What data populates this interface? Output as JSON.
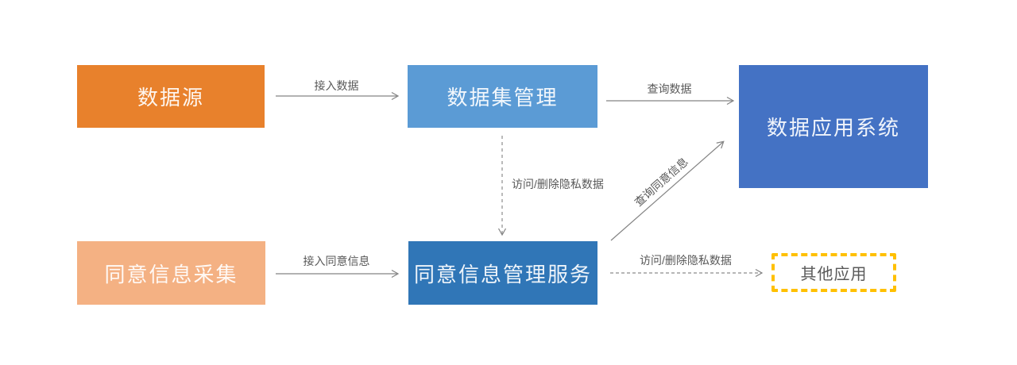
{
  "diagram": {
    "background": "#FFFFFF",
    "nodes": [
      {
        "id": "data-source",
        "label": "数据源",
        "fill": "#E8812C",
        "text_color": "#FFFFFF",
        "shape": "solid-rect"
      },
      {
        "id": "dataset-management",
        "label": "数据集管理",
        "fill": "#5B9BD5",
        "text_color": "#FFFFFF",
        "shape": "solid-rect"
      },
      {
        "id": "data-application-system",
        "label": "数据应用系统",
        "fill": "#4472C4",
        "text_color": "#FFFFFF",
        "shape": "solid-rect"
      },
      {
        "id": "consent-info-collection",
        "label": "同意信息采集",
        "fill": "#F4B183",
        "text_color": "#FFFFFF",
        "shape": "solid-rect"
      },
      {
        "id": "consent-management-service",
        "label": "同意信息管理服务",
        "fill": "#3076B7",
        "text_color": "#FFFFFF",
        "shape": "solid-rect"
      },
      {
        "id": "other-applications",
        "label": "其他应用",
        "fill": "#FFFFFF",
        "text_color": "#595959",
        "border_color": "#FFC000",
        "shape": "dashed-rect"
      }
    ],
    "edges": [
      {
        "id": "access-data",
        "label": "接入数据",
        "from": "data-source",
        "to": "dataset-management",
        "line": "solid",
        "direction": "right"
      },
      {
        "id": "query-data",
        "label": "查询数据",
        "from": "dataset-management",
        "to": "data-application-system",
        "line": "solid",
        "direction": "right"
      },
      {
        "id": "access-delete-private-down",
        "label": "访问/删除隐私数据",
        "from": "dataset-management",
        "to": "consent-management-service",
        "line": "dashed",
        "direction": "down"
      },
      {
        "id": "access-consent-info",
        "label": "接入同意信息",
        "from": "consent-info-collection",
        "to": "consent-management-service",
        "line": "solid",
        "direction": "right"
      },
      {
        "id": "query-consent-info",
        "label": "查询同意信息",
        "from": "consent-management-service",
        "to": "data-application-system",
        "line": "solid",
        "direction": "up-right-diagonal"
      },
      {
        "id": "access-delete-private-right",
        "label": "访问/删除隐私数据",
        "from": "consent-management-service",
        "to": "other-applications",
        "line": "dashed",
        "direction": "right"
      }
    ],
    "colors": {
      "node_orange": "#E8812C",
      "node_light_blue": "#5B9BD5",
      "node_dark_blue": "#4472C4",
      "node_light_orange": "#F4B183",
      "node_medium_blue": "#3076B7",
      "dashed_border_gold": "#FFC000",
      "connector_gray": "#848484",
      "edge_label_gray": "#595959",
      "background": "#FFFFFF"
    }
  }
}
